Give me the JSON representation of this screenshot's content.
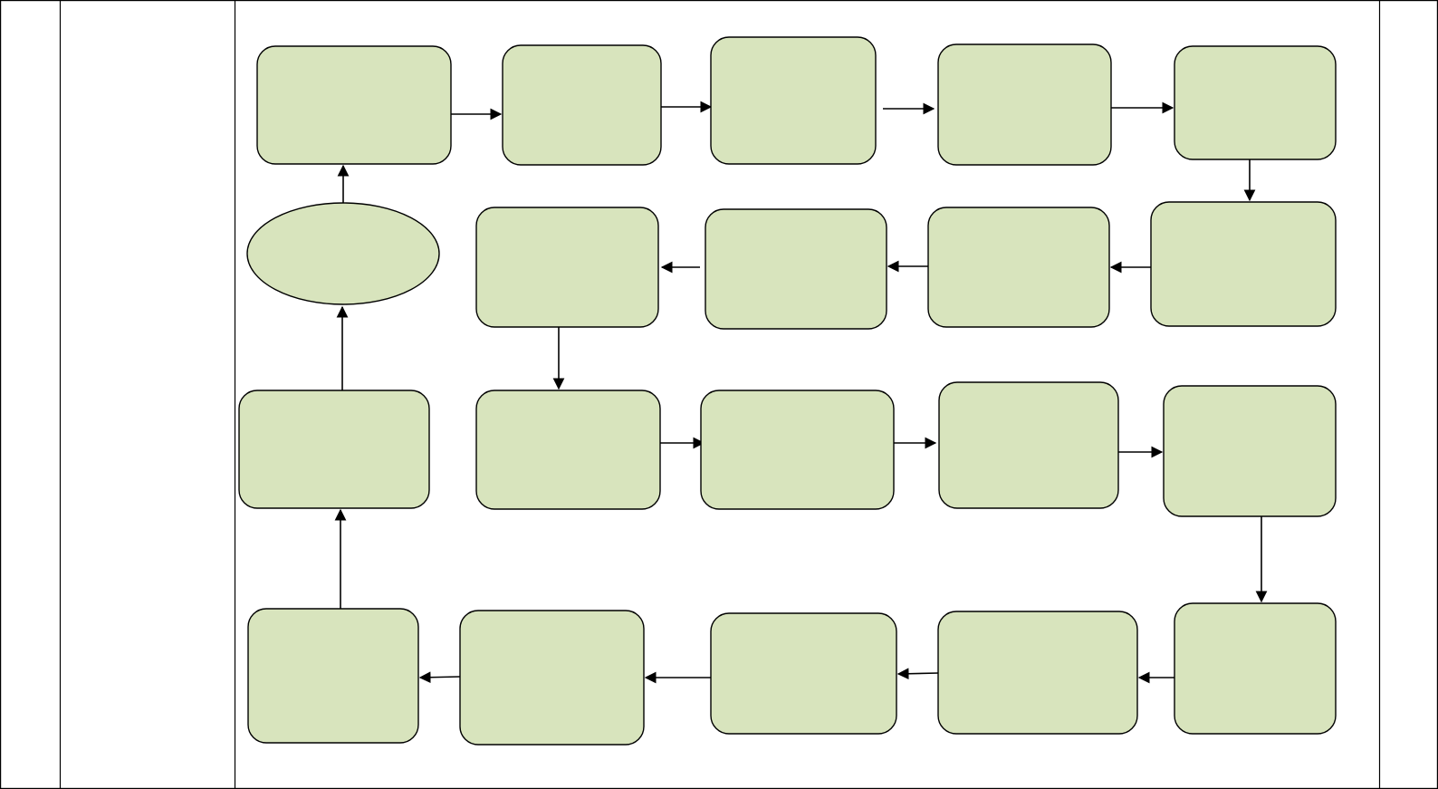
{
  "diagram": {
    "colors": {
      "node_fill": "#d8e4bd",
      "stroke": "#000000",
      "background": "#ffffff"
    },
    "nodes": [
      {
        "id": "n1",
        "shape": "rounded-rect",
        "label": ""
      },
      {
        "id": "n2",
        "shape": "rounded-rect",
        "label": ""
      },
      {
        "id": "n3",
        "shape": "rounded-rect",
        "label": ""
      },
      {
        "id": "n4",
        "shape": "rounded-rect",
        "label": ""
      },
      {
        "id": "n5",
        "shape": "rounded-rect",
        "label": ""
      },
      {
        "id": "n6",
        "shape": "rounded-rect",
        "label": ""
      },
      {
        "id": "n7",
        "shape": "rounded-rect",
        "label": ""
      },
      {
        "id": "n8",
        "shape": "rounded-rect",
        "label": ""
      },
      {
        "id": "n9",
        "shape": "rounded-rect",
        "label": ""
      },
      {
        "id": "n10",
        "shape": "rounded-rect",
        "label": ""
      },
      {
        "id": "n11",
        "shape": "rounded-rect",
        "label": ""
      },
      {
        "id": "n12",
        "shape": "rounded-rect",
        "label": ""
      },
      {
        "id": "n13",
        "shape": "rounded-rect",
        "label": ""
      },
      {
        "id": "n14",
        "shape": "rounded-rect",
        "label": ""
      },
      {
        "id": "n15",
        "shape": "rounded-rect",
        "label": ""
      },
      {
        "id": "n16",
        "shape": "rounded-rect",
        "label": ""
      },
      {
        "id": "n17",
        "shape": "rounded-rect",
        "label": ""
      },
      {
        "id": "n18",
        "shape": "rounded-rect",
        "label": ""
      },
      {
        "id": "n19",
        "shape": "rounded-rect",
        "label": ""
      },
      {
        "id": "n20",
        "shape": "ellipse",
        "label": ""
      }
    ],
    "edges": [
      {
        "from": "n1",
        "to": "n2"
      },
      {
        "from": "n2",
        "to": "n3"
      },
      {
        "from": "n3",
        "to": "n4"
      },
      {
        "from": "n4",
        "to": "n5"
      },
      {
        "from": "n5",
        "to": "n6"
      },
      {
        "from": "n6",
        "to": "n7"
      },
      {
        "from": "n7",
        "to": "n8"
      },
      {
        "from": "n8",
        "to": "n9"
      },
      {
        "from": "n9",
        "to": "n10"
      },
      {
        "from": "n10",
        "to": "n11"
      },
      {
        "from": "n11",
        "to": "n12"
      },
      {
        "from": "n12",
        "to": "n13"
      },
      {
        "from": "n13",
        "to": "n14"
      },
      {
        "from": "n14",
        "to": "n15"
      },
      {
        "from": "n15",
        "to": "n16"
      },
      {
        "from": "n16",
        "to": "n17"
      },
      {
        "from": "n17",
        "to": "n18"
      },
      {
        "from": "n18",
        "to": "n19"
      },
      {
        "from": "n19",
        "to": "n20"
      },
      {
        "from": "n20",
        "to": "n1"
      }
    ]
  }
}
